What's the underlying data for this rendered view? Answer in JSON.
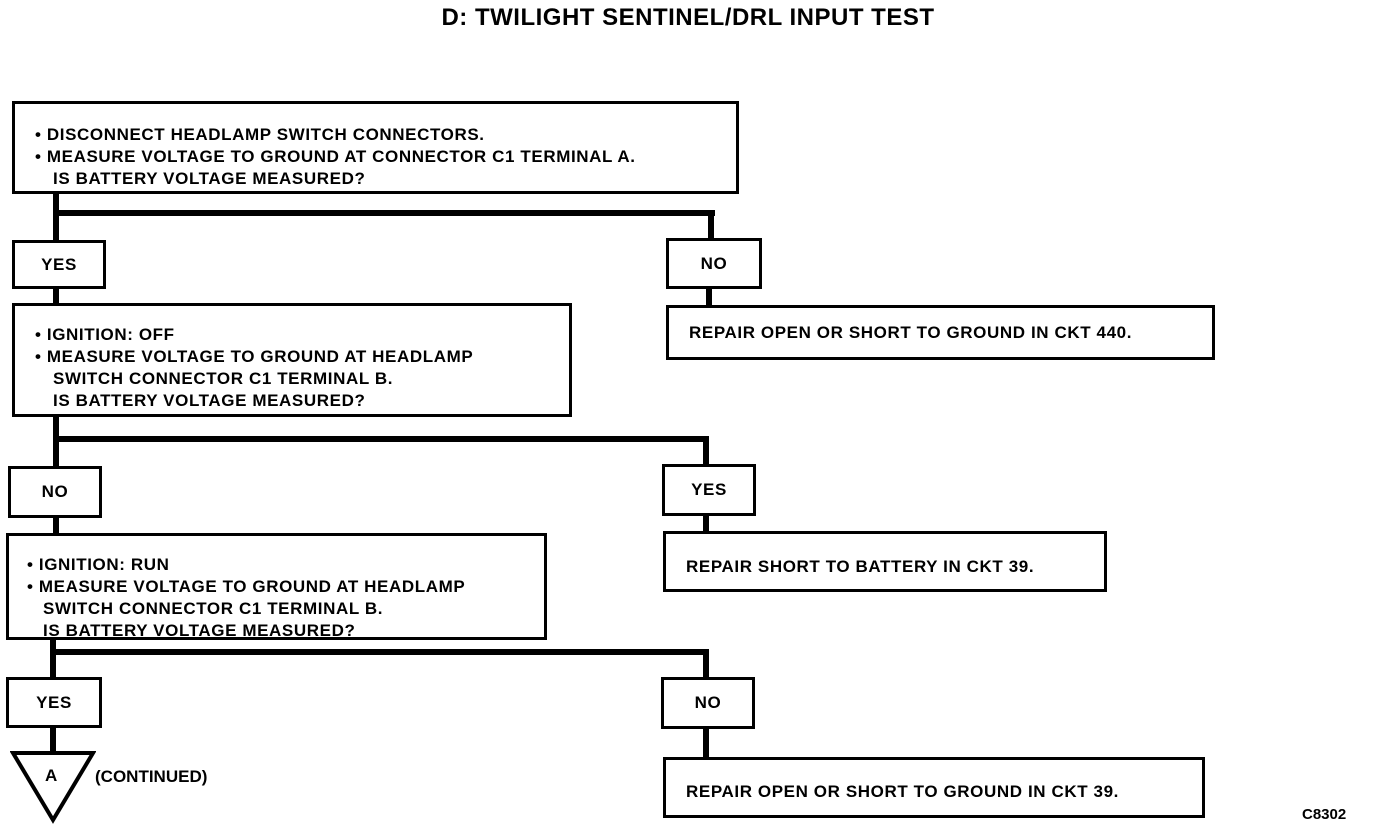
{
  "title": "D: TWILIGHT SENTINEL/DRL INPUT TEST",
  "steps": [
    {
      "lines": [
        "• DISCONNECT HEADLAMP SWITCH CONNECTORS.",
        "• MEASURE VOLTAGE TO GROUND AT CONNECTOR C1 TERMINAL A.",
        "  IS BATTERY VOLTAGE MEASURED?"
      ]
    },
    {
      "lines": [
        "• IGNITION: OFF",
        "• MEASURE VOLTAGE TO GROUND AT HEADLAMP",
        "  SWITCH CONNECTOR C1 TERMINAL B.",
        "  IS BATTERY VOLTAGE MEASURED?"
      ]
    },
    {
      "lines": [
        "• IGNITION: RUN",
        "• MEASURE VOLTAGE TO GROUND AT HEADLAMP",
        "SWITCH CONNECTOR C1 TERMINAL B.",
        "IS BATTERY VOLTAGE MEASURED?"
      ]
    }
  ],
  "branches": [
    {
      "left": "YES",
      "right": "NO",
      "right_result": "REPAIR OPEN OR SHORT TO GROUND IN CKT 440."
    },
    {
      "left": "NO",
      "right": "YES",
      "right_result": "REPAIR SHORT TO BATTERY IN CKT 39."
    },
    {
      "left": "YES",
      "right": "NO",
      "right_result": "REPAIR OPEN OR SHORT TO GROUND IN CKT 39."
    }
  ],
  "connector": {
    "letter": "A",
    "note": "(CONTINUED)"
  },
  "figure_code": "C8302"
}
